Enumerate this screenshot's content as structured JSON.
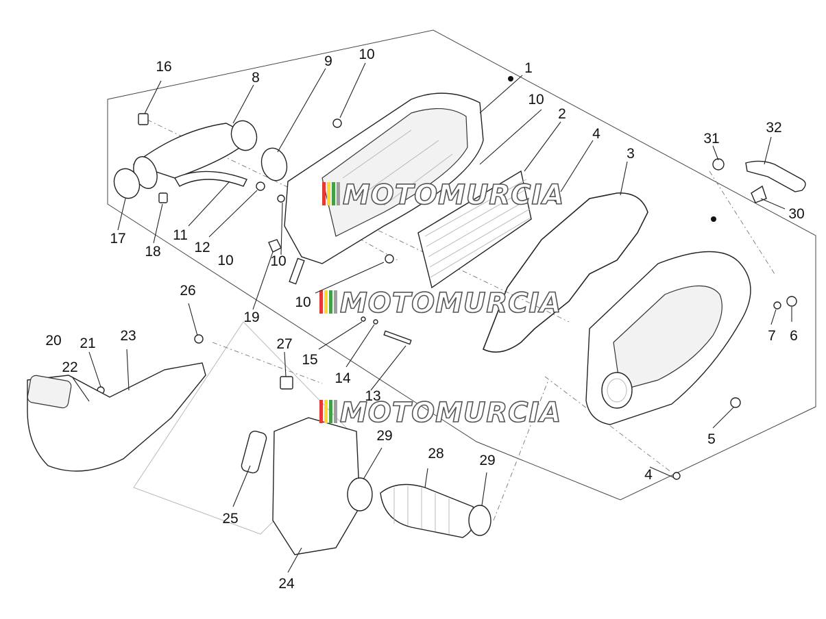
{
  "watermark": {
    "text": "MOTOMURCIA",
    "colors": [
      "#e53935",
      "#fdd835",
      "#43a047",
      "#9e9e9e"
    ]
  },
  "callouts": [
    "1",
    "2",
    "3",
    "4",
    "4",
    "5",
    "6",
    "7",
    "8",
    "9",
    "10",
    "10",
    "10",
    "10",
    "10",
    "11",
    "12",
    "13",
    "14",
    "15",
    "16",
    "17",
    "18",
    "19",
    "20",
    "21",
    "22",
    "23",
    "24",
    "25",
    "26",
    "27",
    "28",
    "29",
    "29",
    "30",
    "31",
    "32"
  ]
}
